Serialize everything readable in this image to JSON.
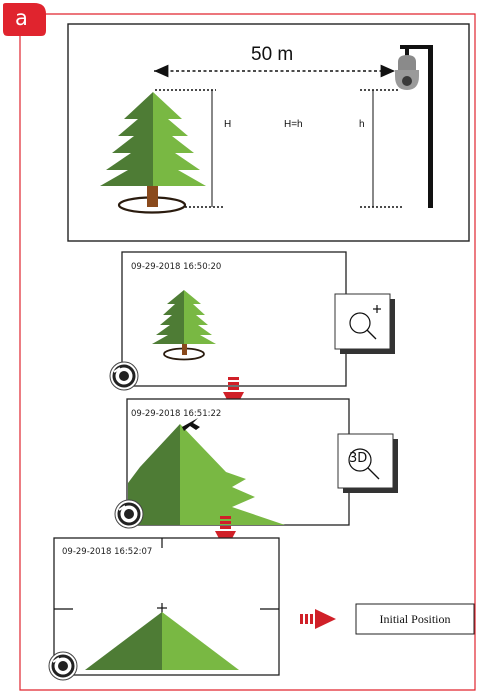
{
  "panel": {
    "badge": "a",
    "accent_color": "#e0242e",
    "tree_dark_color": "#4e7c35",
    "tree_light_color": "#79b843",
    "trunk_color": "#8a4a1c"
  },
  "scene": {
    "distance_label": "50 m",
    "tree_height_label": "H",
    "equality_label": "H=h",
    "camera_height_label": "h"
  },
  "step1": {
    "timestamp": "09-29-2018 16:50:20",
    "action_icon": "zoom-in-icon"
  },
  "step2": {
    "timestamp": "09-29-2018 16:51:22",
    "action_icon": "3d-zoom-icon",
    "action_text": "3D"
  },
  "step3": {
    "timestamp": "09-29-2018 16:52:07",
    "result_label": "Initial Position"
  }
}
